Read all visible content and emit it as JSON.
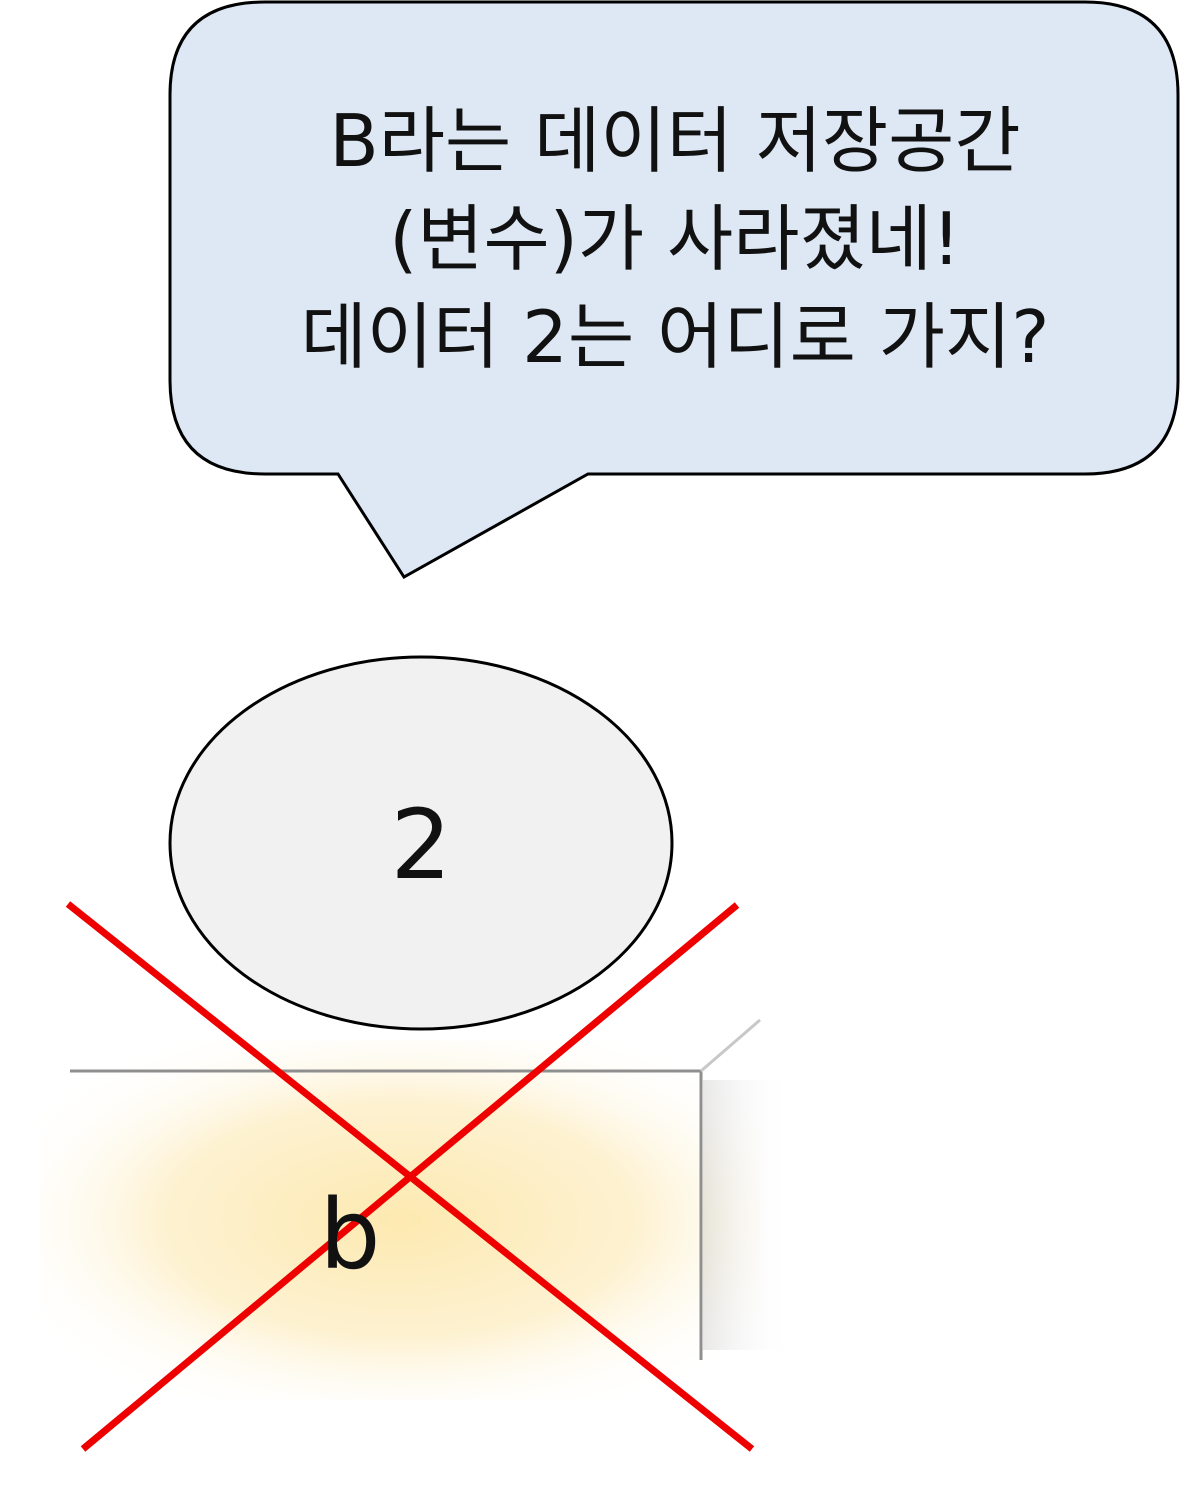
{
  "speech_bubble": {
    "lines": [
      "B라는 데이터 저장공간",
      "(변수)가 사라졌네!",
      "데이터 2는 어디로 가지?"
    ]
  },
  "data_value": {
    "label": "2"
  },
  "variable_box": {
    "label": "b"
  },
  "colors": {
    "bubble_fill": "#dde8f4",
    "ellipse_fill": "#f1f1f1",
    "box_glow": "#fde9b0",
    "cross": "#ee0000",
    "outline": "#000000"
  }
}
